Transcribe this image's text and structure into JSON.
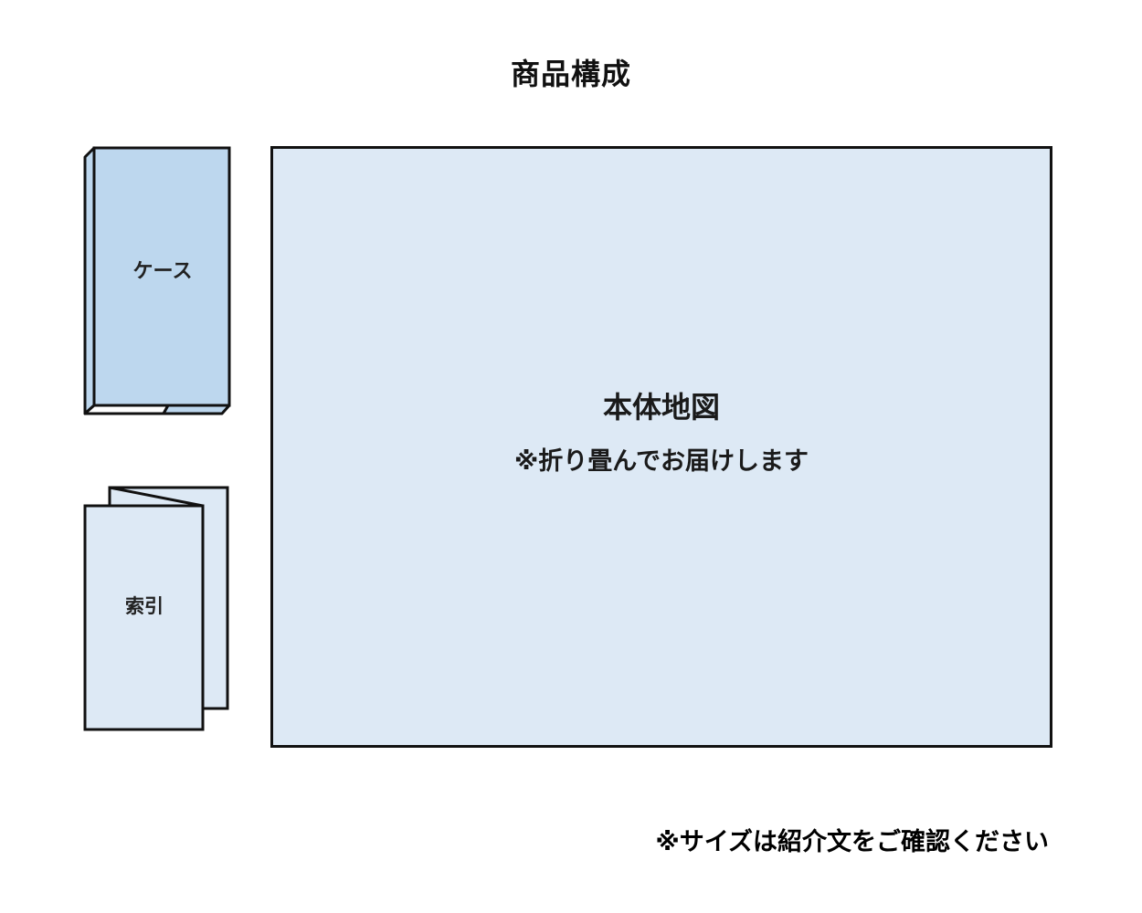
{
  "title": "商品構成",
  "items": {
    "case": {
      "label": "ケース"
    },
    "index": {
      "label": "索引"
    },
    "main_map": {
      "label": "本体地図",
      "note": "※折り畳んでお届けします"
    }
  },
  "footer_note": "※サイズは紹介文をご確認ください",
  "colors": {
    "case_fill": "#bdd7ee",
    "paper_fill": "#dde9f5",
    "outline": "#111111"
  }
}
